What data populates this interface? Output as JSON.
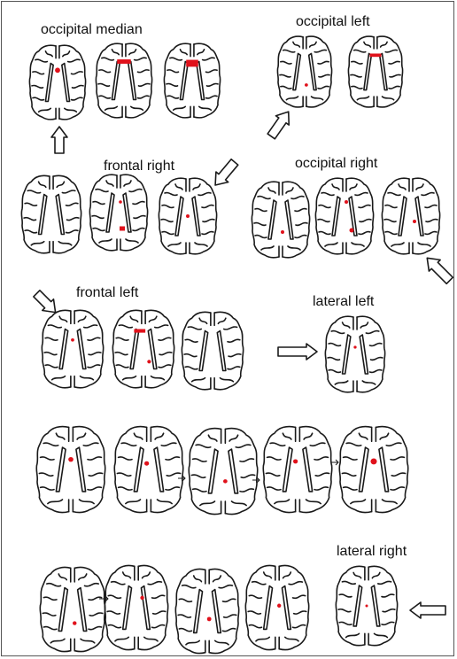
{
  "labels": {
    "occipital_median": "occipital median",
    "occipital_left": "occipital left",
    "frontal_right": "frontal right",
    "occipital_right": "occipital right",
    "frontal_left": "frontal left",
    "lateral_left": "lateral left",
    "lateral_right": "lateral right"
  },
  "colors": {
    "outline": "#1a1a1a",
    "lesion": "#e0111b",
    "arrow": "#1a1a1a"
  },
  "groups": [
    {
      "label_key": "occipital_median",
      "slices": 3
    },
    {
      "label_key": "occipital_left",
      "slices": 2
    },
    {
      "label_key": "frontal_right",
      "slices": 3
    },
    {
      "label_key": "occipital_right",
      "slices": 3
    },
    {
      "label_key": "frontal_left",
      "slices": 3
    },
    {
      "label_key": "lateral_left",
      "slices": 1
    },
    {
      "label_key": "unlabeled_row_1",
      "slices": 5
    },
    {
      "label_key": "unlabeled_row_2",
      "slices": 4
    },
    {
      "label_key": "lateral_right",
      "slices": 1
    }
  ]
}
